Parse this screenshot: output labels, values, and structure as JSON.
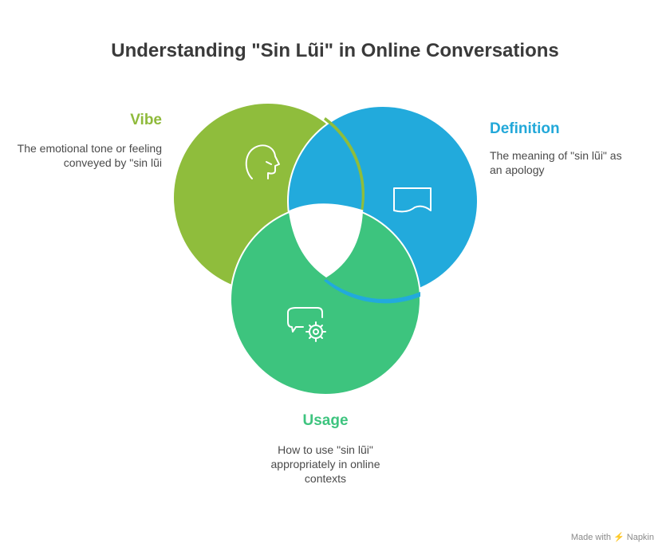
{
  "title": "Understanding \"Sin Lũi\" in Online Conversations",
  "sections": {
    "vibe": {
      "title": "Vibe",
      "description": "The emotional tone or feeling conveyed by \"sin lũi",
      "color": "#8fbd3c",
      "icon": "head-profile-icon"
    },
    "definition": {
      "title": "Definition",
      "description": "The meaning of \"sin lũi\" as an apology",
      "color": "#22aadc",
      "icon": "document-icon"
    },
    "usage": {
      "title": "Usage",
      "description": "How to use \"sin lũi\" appropriately in online contexts",
      "color": "#3dc47e",
      "icon": "chat-gear-icon"
    }
  },
  "watermark": "Made with ⚡ Napkin"
}
